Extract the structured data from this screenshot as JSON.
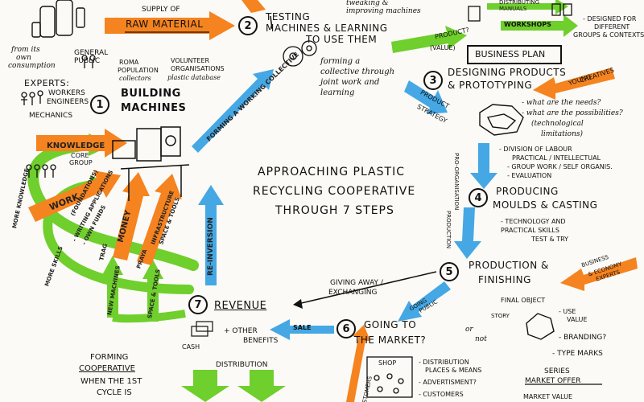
{
  "title_lines": [
    "APPROACHING PLASTIC",
    "RECYCLING COOPERATIVE",
    "THROUGH 7 STEPS"
  ],
  "steps": {
    "s1": {
      "num": "1",
      "label_lines": [
        "BUILDING",
        "MACHINES"
      ]
    },
    "s2": {
      "num": "2",
      "label_lines": [
        "TESTING",
        "MACHINES & LEARNING",
        "TO USE THEM"
      ]
    },
    "s3": {
      "num": "3",
      "label_lines": [
        "DESIGNING PRODUCTS",
        "& PROTOTYPING"
      ]
    },
    "s4": {
      "num": "4",
      "label_lines": [
        "PRODUCING",
        "MOULDS & CASTING"
      ]
    },
    "s5": {
      "num": "5",
      "label_lines": [
        "PRODUCTION &",
        "FINISHING"
      ]
    },
    "s6": {
      "num": "6",
      "label_lines": [
        "GOING TO",
        "THE MARKET?"
      ]
    },
    "s7": {
      "num": "7",
      "label": "REVENUE"
    }
  },
  "left_column": {
    "from_own": [
      "from its",
      "own",
      "consumption"
    ],
    "general_public": [
      "GENERAL",
      "PUBLIC"
    ],
    "experts": "EXPERTS:",
    "experts_list": [
      "WORKERS",
      "ENGINEERS",
      "MECHANICS"
    ],
    "core_group": [
      "CORE",
      "GROUP"
    ]
  },
  "top_sources": {
    "supply_of": "SUPPLY OF",
    "raw_material": "RAW MATERIAL",
    "roma": [
      "ROMA",
      "POPULATION",
      "collectors"
    ],
    "volunteer": [
      "VOLUNTEER",
      "ORGANISATIONS"
    ],
    "plastic_database": "plastic database"
  },
  "step2_notes": {
    "tweaking": [
      "tweaking &",
      "improving machines"
    ],
    "forming_collective": [
      "forming a",
      "collective through",
      "joint work and",
      "learning"
    ]
  },
  "top_right": {
    "distributing_manuals": [
      "DISTRIBUTING",
      "MANUALS"
    ],
    "workshops": "WORKSHOPS",
    "designed": [
      "- DESIGNED FOR",
      "DIFFERENT",
      "GROUPS & CONTEXTS"
    ],
    "product_value": "PRODUCT?",
    "value": "(VALUE)",
    "business_plan": "BUSINESS PLAN"
  },
  "step3_notes": {
    "young_creatives": [
      "YOUNG",
      "CREATIVES"
    ],
    "product_strategy": [
      "PRODUCT",
      "STRATEGY"
    ],
    "needs": "- what are the needs?",
    "possibilities": [
      "- what are the possibilities?",
      "(technological",
      "limitations)"
    ]
  },
  "division": [
    "- DIVISION OF LABOUR",
    "PRACTICAL / INTELLECTUAL",
    "- GROUP WORK / SELF ORGANIS.",
    "- EVALUATION"
  ],
  "pro_organisation": "PRO-ORGANISATION",
  "step4_notes": [
    "- TECHNOLOGY AND",
    "PRACTICAL SKILLS",
    "TEST & TRY"
  ],
  "production_label": "PRODUCTION",
  "business_experts": [
    "BUSINESS",
    "& ECONOMY",
    "EXPERTS"
  ],
  "final_object": "FINAL OBJECT",
  "giving_away": [
    "GIVING AWAY /",
    "EXCHANGING"
  ],
  "going_public": [
    "GOING",
    "PUBLIC"
  ],
  "or_not": [
    "or",
    "not"
  ],
  "story": "STORY",
  "market_notes": {
    "use_value": [
      "- USE",
      "VALUE"
    ],
    "branding": [
      "- BRANDING?"
    ],
    "type_marks": "- TYPE MARKS"
  },
  "series": [
    "SERIES",
    "MARKET OFFER"
  ],
  "market_bottom": {
    "shop": "SHOP",
    "list": [
      "- DISTRIBUTION",
      "PLACES & MEANS",
      "- ADVERTISMENT?",
      "- CUSTOMERS"
    ],
    "market_val": "MARKET VALUE",
    "customers_tag": "CUSTOMERS"
  },
  "sale": "SALE",
  "cash": "CASH",
  "other_benefits": [
    "+ OTHER",
    "BENEFITS"
  ],
  "distribution": "DISTRIBUTION",
  "forming_coop": [
    "FORMING",
    "COOPERATIVE",
    "WHEN THE 1ST",
    "CYCLE IS"
  ],
  "reinversion": "RE-INVERSION",
  "arrows": {
    "knowledge": "KNOWLEDGE",
    "work": "WORK",
    "work_notes": [
      "(FOUNDATIONS)",
      "- WRITING APPLICATIONS",
      "- OWN FUNDS"
    ],
    "money": "MONEY",
    "trag": "TRAG",
    "infrastructure": [
      "INFRASTRUCTURE",
      "SPACE & TOOLS"
    ],
    "praya": "PRAYA",
    "more_knowledge": "MORE KNOWLEDGE",
    "more_skills": "MORE SKILLS",
    "new_machines": "NEW MACHINES",
    "space_tools": "SPACE & TOOLS",
    "working_collective": "FORMING A WORKING COLLECTIVE"
  },
  "colors": {
    "orange": "#f5831f",
    "blue": "#45a8e5",
    "green": "#6fcf2c",
    "ink": "#111111"
  }
}
